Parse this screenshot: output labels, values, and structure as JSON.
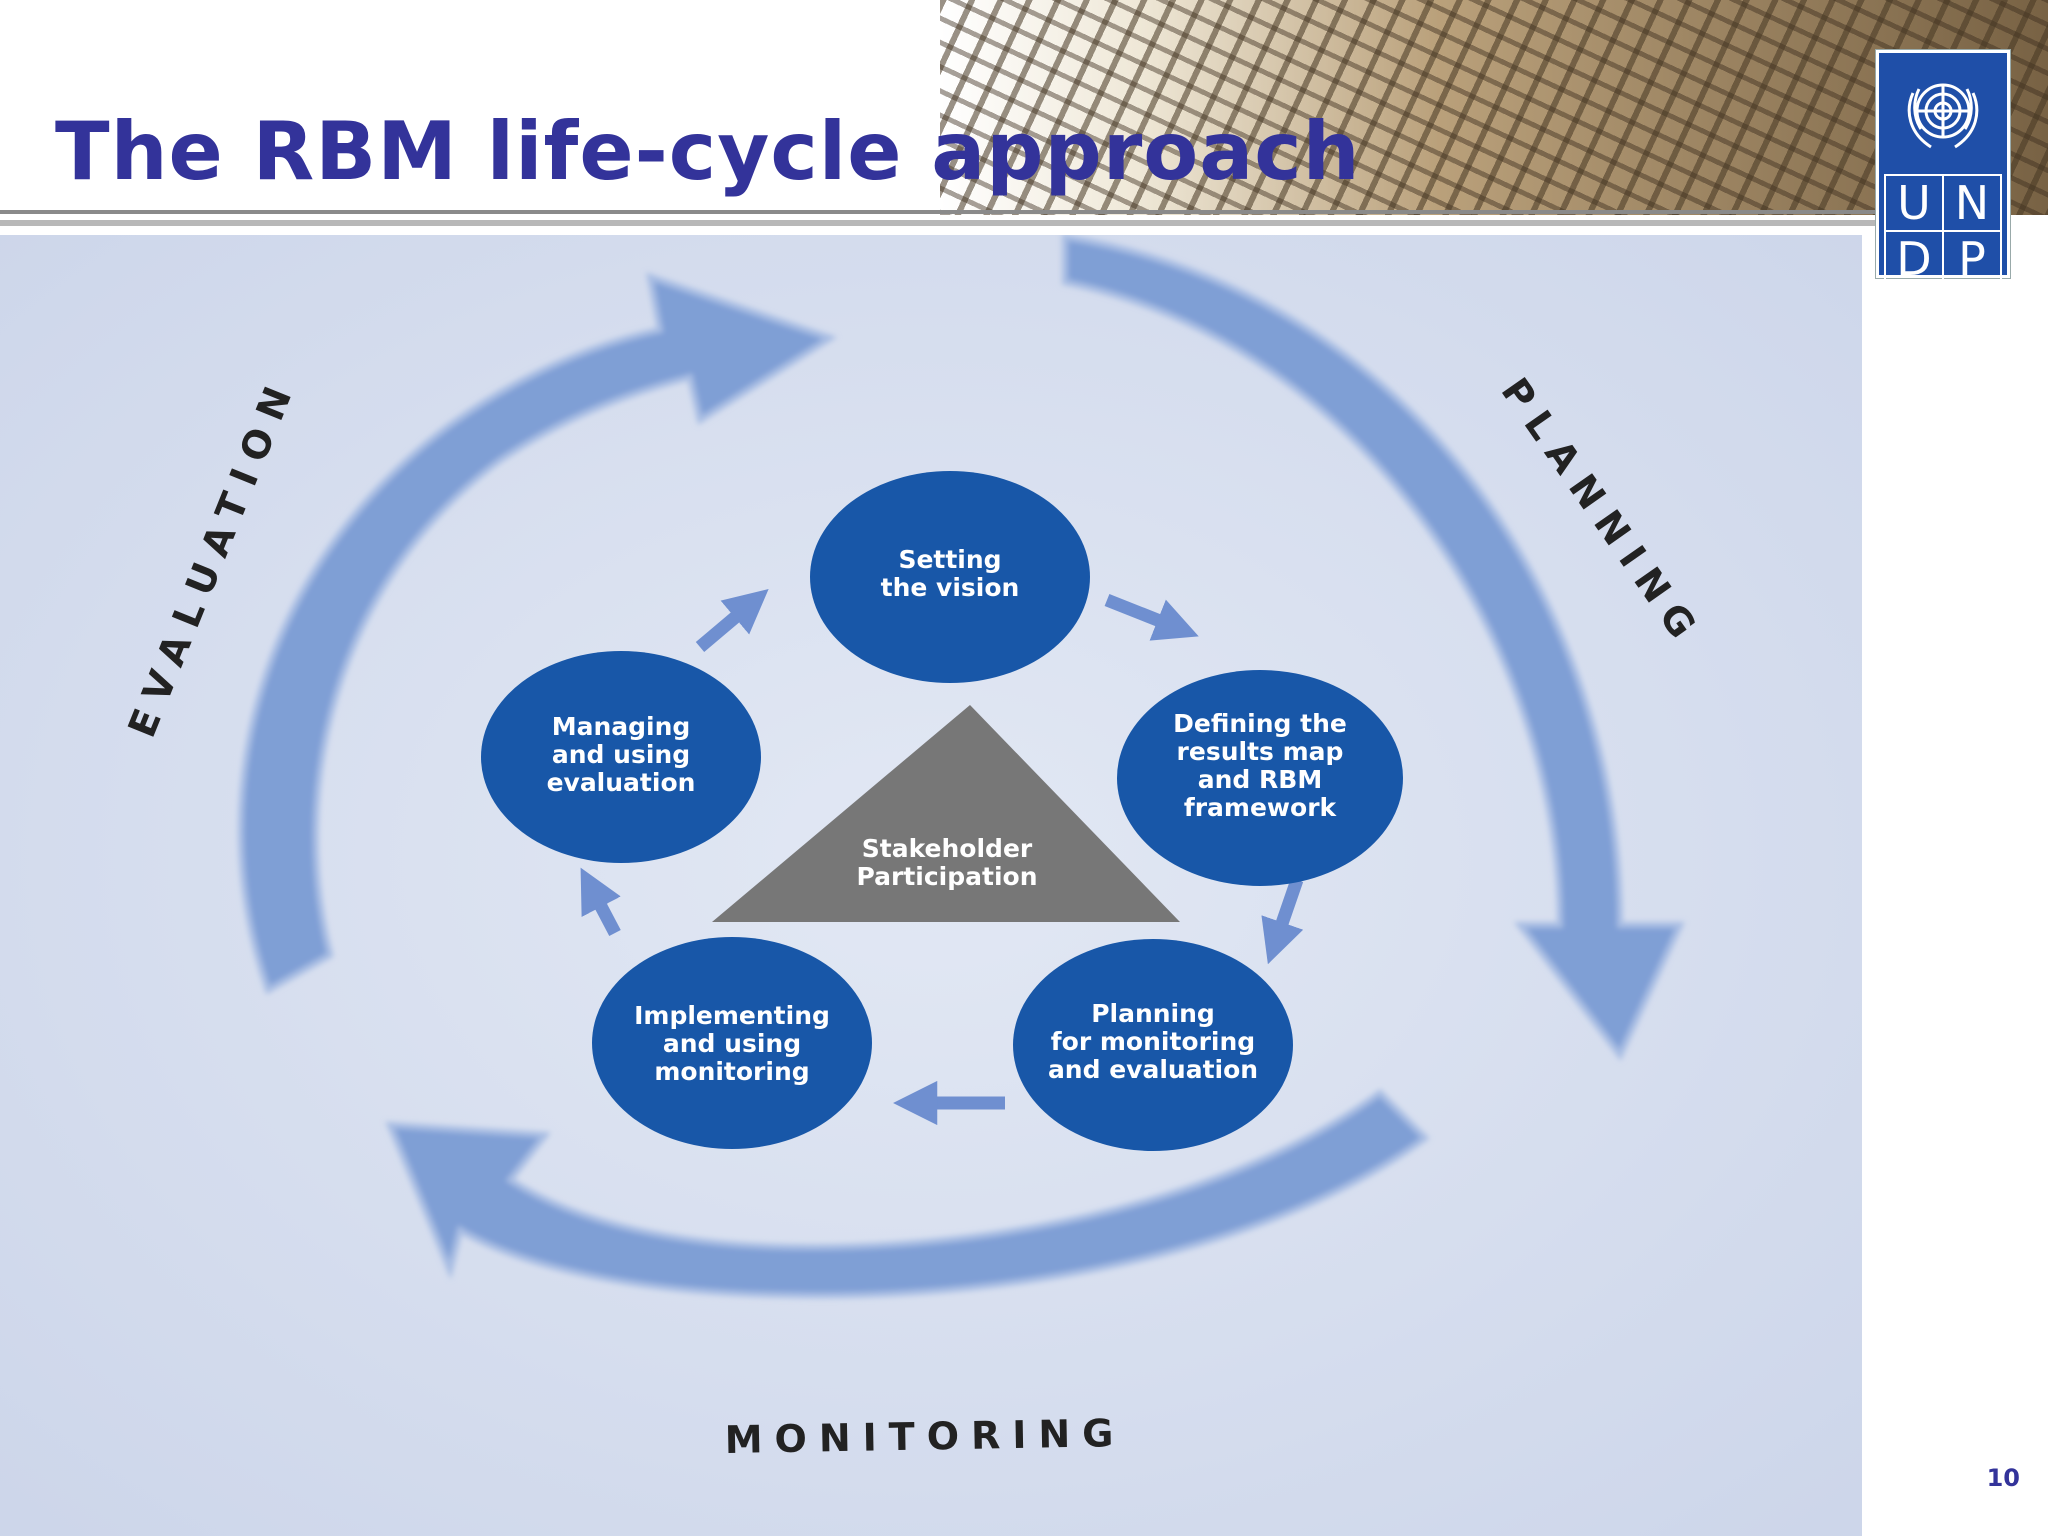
{
  "slide": {
    "title": "The RBM life-cycle approach",
    "page_number": "10"
  },
  "logo": {
    "letters": [
      "U",
      "N",
      "D",
      "P"
    ]
  },
  "diagram": {
    "phases": {
      "planning": "PLANNING",
      "monitoring": "MONITORING",
      "evaluation": "EVALUATION"
    },
    "center": [
      "Stakeholder",
      "Participation"
    ],
    "nodes": {
      "vision": [
        "Setting",
        "the vision"
      ],
      "results": [
        "Defining the",
        "results map",
        "and RBM",
        "framework"
      ],
      "planning": [
        "Planning",
        "for monitoring",
        "and evaluation"
      ],
      "implementing": [
        "Implementing",
        "and using",
        "monitoring"
      ],
      "managing": [
        "Managing",
        "and using",
        "evaluation"
      ]
    }
  },
  "colors": {
    "title": "#33339a",
    "node_fill": "#1857a8",
    "big_arrow": "#7f9fd5",
    "small_arrow": "#6f8fd0",
    "triangle": "#777777",
    "background": "#d3dbec"
  }
}
